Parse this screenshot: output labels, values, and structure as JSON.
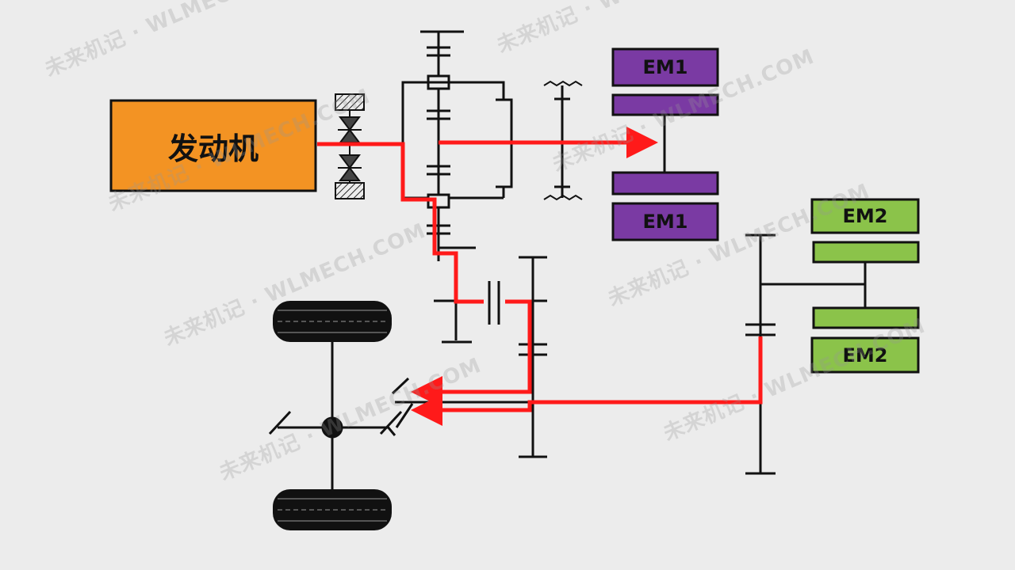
{
  "engine": {
    "label": "发动机",
    "color": "#f39323"
  },
  "em1": {
    "label": "EM1",
    "color": "#7a3aa3"
  },
  "em2": {
    "label": "EM2",
    "color": "#8bc34a"
  },
  "power_flow_color": "#ff1a1a",
  "watermark": "未来机记 · WLMECH.COM"
}
